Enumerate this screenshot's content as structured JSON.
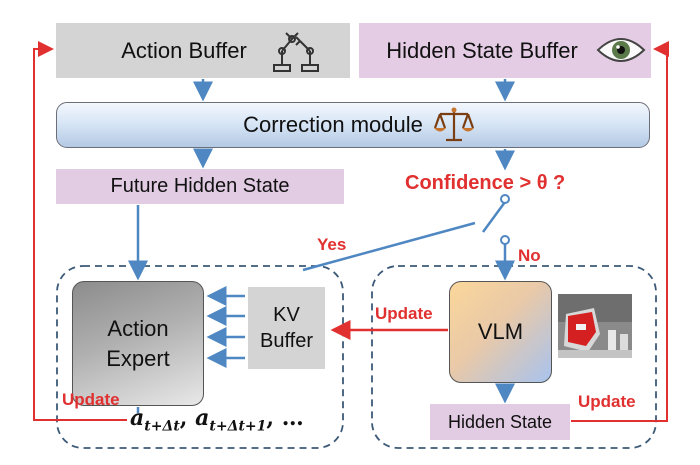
{
  "action_buffer": {
    "label": "Action Buffer",
    "icon": "robot-arm-icon"
  },
  "hidden_state_buffer": {
    "label": "Hidden State Buffer",
    "icon": "eye-icon"
  },
  "correction_module": {
    "label": "Correction module",
    "icon": "scales-icon"
  },
  "future_hidden_state": {
    "label": "Future Hidden State"
  },
  "confidence": {
    "label": "Confidence > θ ?"
  },
  "branches": {
    "yes": "Yes",
    "no": "No"
  },
  "action_expert": {
    "line1": "Action",
    "line2": "Expert"
  },
  "kv_buffer": {
    "line1": "KV",
    "line2": "Buffer"
  },
  "vlm": {
    "label": "VLM",
    "image": "robot-scene-photo"
  },
  "hidden_state": {
    "label": "Hidden State"
  },
  "updates": {
    "vlm": "Update",
    "left": "Update",
    "right": "Update"
  },
  "actions": {
    "a1": "a",
    "a1_sub": "t+Δt",
    "a2": "a",
    "a2_sub": "t+Δt+1",
    "sep": ",",
    "ellipsis": "…"
  },
  "colors": {
    "arrow_blue": "#4f87c2",
    "arrow_red": "#e03030",
    "dashed": "#3c5a78"
  }
}
